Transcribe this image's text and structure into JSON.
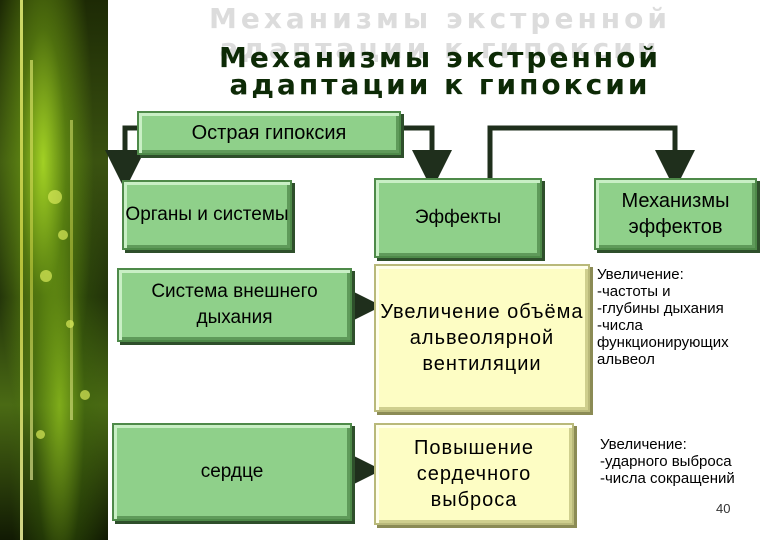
{
  "title": {
    "shadow": "Механизмы экстренной адаптации к гипоксии",
    "line1": "Механизмы экстренной",
    "line2": "адаптации к гипоксии"
  },
  "header_box": "Острая гипоксия",
  "columns": {
    "organs": "Органы и системы",
    "effects": "Эффекты",
    "mechanisms": "Механизмы эффектов"
  },
  "rows": [
    {
      "organ": "Система внешнего дыхания",
      "effect": "Увеличение объёма альвеолярной вентиляции",
      "mechanism": "Увеличение:\n-частоты и\n-глубины дыхания\n-числа\nфункционирующих\nальвеол"
    },
    {
      "organ": "сердце",
      "effect": "Повышение сердечного выброса",
      "mechanism": "Увеличение:\n-ударного выброса\n-числа сокращений"
    }
  ],
  "page_number": "40",
  "colors": {
    "green_box": "#8fd08a",
    "yellow_box": "#fdfdc4",
    "connector": "#1f2f1c"
  }
}
